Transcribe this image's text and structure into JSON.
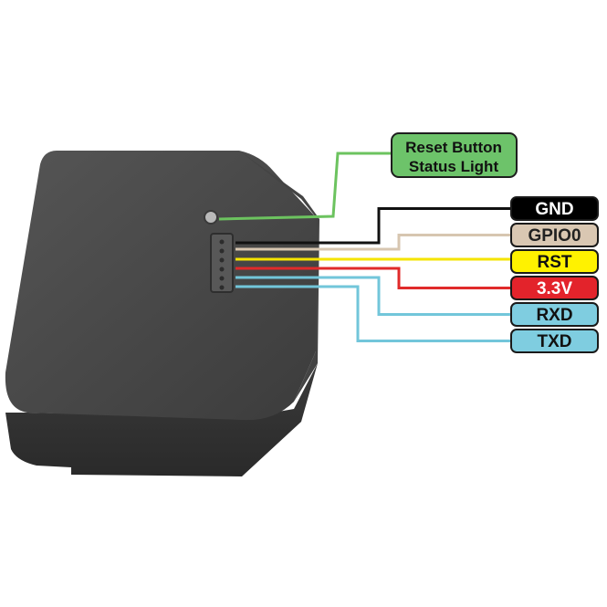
{
  "callout": {
    "line1": "Reset Button",
    "line2": "Status Light",
    "fill": "#6dc36a",
    "wire": "#6cc35f"
  },
  "pins": [
    {
      "id": "gnd",
      "label": "GND",
      "fill": "#000000",
      "text_color": "#ffffff",
      "wire": "#111111"
    },
    {
      "id": "gpio0",
      "label": "GPIO0",
      "fill": "#d9c7b2",
      "text_color": "#222222",
      "wire": "#d7c6b0"
    },
    {
      "id": "rst",
      "label": "RST",
      "fill": "#fff200",
      "text_color": "#111111",
      "wire": "#f5e400"
    },
    {
      "id": "v33",
      "label": "3.3V",
      "fill": "#e3232b",
      "text_color": "#ffffff",
      "wire": "#e02a2a"
    },
    {
      "id": "rxd",
      "label": "RXD",
      "fill": "#7fcde0",
      "text_color": "#111111",
      "wire": "#72c6da"
    },
    {
      "id": "txd",
      "label": "TXD",
      "fill": "#7fcde0",
      "text_color": "#111111",
      "wire": "#72c6da"
    }
  ],
  "device": {
    "body_color": "#4a4a4a",
    "edge_color": "#2f2f2f"
  }
}
